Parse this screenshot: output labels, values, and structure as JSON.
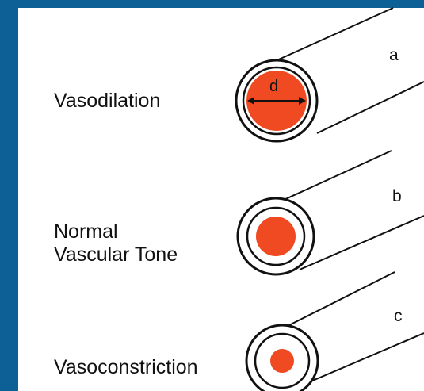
{
  "colors": {
    "background": "#0c6096",
    "panel": "#ffffff",
    "lumen": "#ef4a22",
    "vessel_outline": "#111111"
  },
  "vessels": [
    {
      "state": "Vasodilation",
      "letter": "a",
      "diameter_label": "d"
    },
    {
      "state_lines": [
        "Normal",
        "Vascular Tone"
      ],
      "letter": "b"
    },
    {
      "state": "Vasoconstriction",
      "letter": "c"
    }
  ]
}
